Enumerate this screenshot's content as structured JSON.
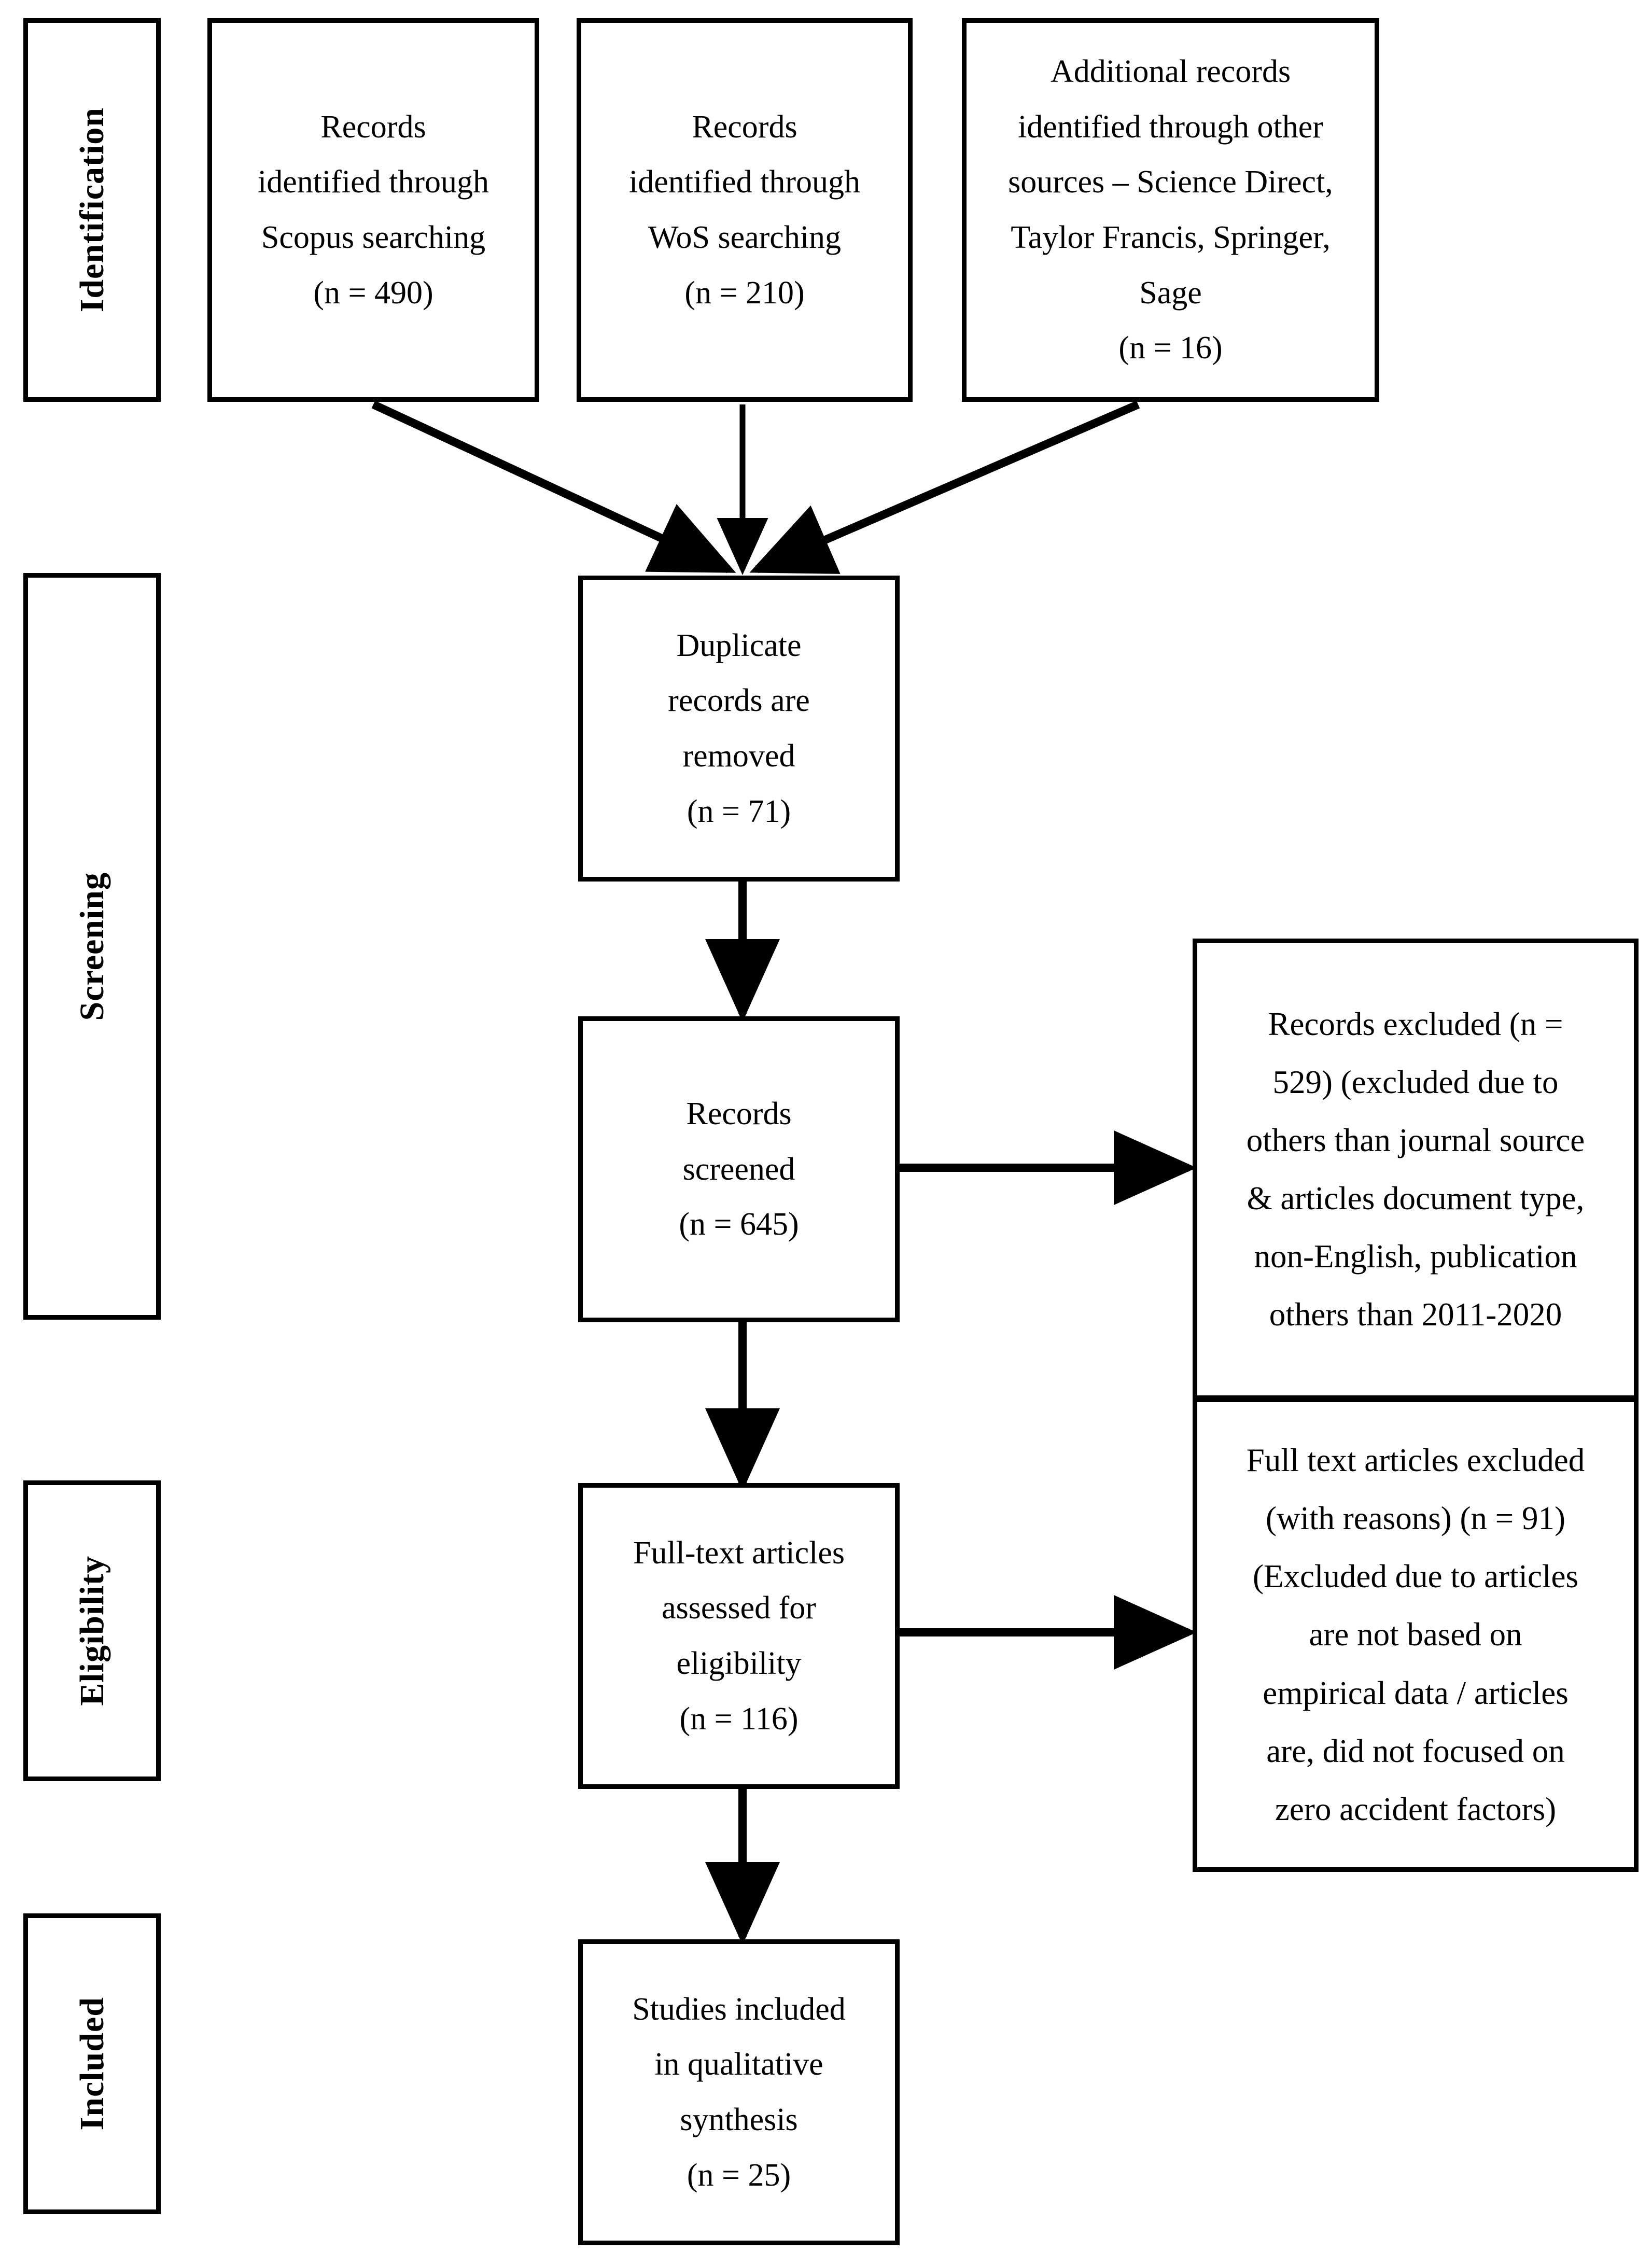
{
  "diagram": {
    "type": "prisma-flow-diagram",
    "stage_labels": [
      {
        "id": "identification",
        "text": "Identification"
      },
      {
        "id": "screening",
        "text": "Screening"
      },
      {
        "id": "eligibility",
        "text": "Eligibility"
      },
      {
        "id": "included",
        "text": "Included"
      }
    ],
    "identification_boxes": [
      {
        "id": "scopus",
        "text": "Records\nidentified through\nScopus searching\n(n = 490)",
        "count": 490
      },
      {
        "id": "wos",
        "text": "Records\nidentified through\nWoS searching\n(n = 210)",
        "count": 210
      },
      {
        "id": "other-sources",
        "text": "Additional records\nidentified through other\nsources – Science Direct,\nTaylor Francis, Springer,\nSage\n(n = 16)",
        "count": 16
      }
    ],
    "flow_boxes": [
      {
        "id": "duplicates-removed",
        "text": "Duplicate\nrecords are\nremoved\n(n = 71)",
        "count": 71
      },
      {
        "id": "records-screened",
        "text": "Records\nscreened\n(n = 645)",
        "count": 645
      },
      {
        "id": "full-text-assessed",
        "text": "Full-text articles\nassessed for\neligibility\n(n = 116)",
        "count": 116
      },
      {
        "id": "studies-included",
        "text": "Studies included\nin qualitative\nsynthesis\n(n = 25)",
        "count": 25
      }
    ],
    "exclusion_boxes": [
      {
        "id": "records-excluded",
        "text": "Records excluded (n =\n529) (excluded due to\nothers than journal source\n& articles document type,\nnon-English, publication\nothers than 2011-2020",
        "count": 529
      },
      {
        "id": "full-text-excluded",
        "text": "Full text articles excluded\n(with reasons) (n = 91)\n(Excluded due to articles\nare not based on\nempirical data / articles\nare, did not focused on\nzero accident factors)",
        "count": 91
      }
    ],
    "colors": {
      "stroke": "#000000",
      "fill": "#ffffff",
      "text": "#000000"
    }
  }
}
